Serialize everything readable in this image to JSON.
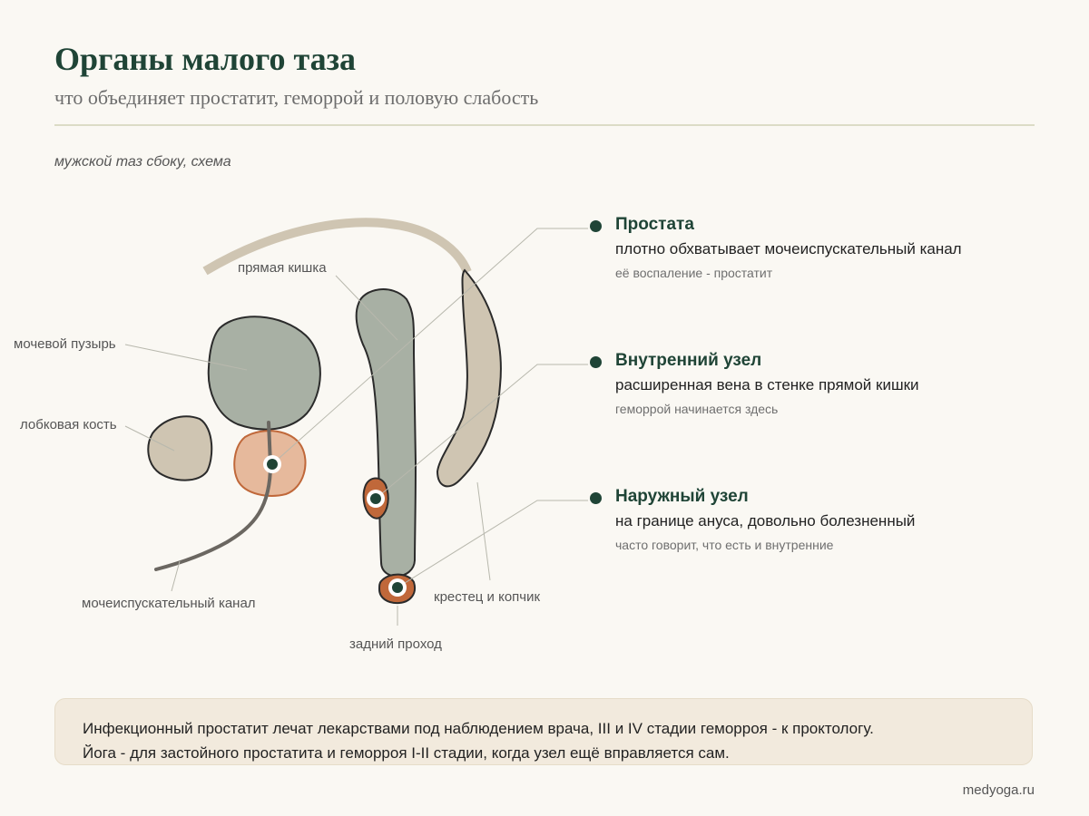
{
  "header": {
    "title": "Органы малого таза",
    "subtitle": "что объединяет простатит, геморрой и половую слабость"
  },
  "diagram": {
    "caption": "мужской таз сбоку, схема",
    "labels": {
      "rectum": "прямая кишка",
      "bladder": "мочевой пузырь",
      "pubic_bone": "лобковая кость",
      "urethra": "мочеиспускательный канал",
      "sacrum": "крестец и копчик",
      "anus": "задний проход"
    },
    "colors": {
      "organ_gray": "#a8b0a4",
      "bone_beige": "#cfc5b2",
      "prostate": "#e6b99c",
      "node": "#c0683a",
      "marker": "#1f4436"
    }
  },
  "legend": [
    {
      "title": "Простата",
      "desc": "плотно обхватывает мочеиспускательный канал",
      "note": "её воспаление - простатит"
    },
    {
      "title": "Внутренний узел",
      "desc": "расширенная вена в стенке прямой кишки",
      "note": "геморрой начинается здесь"
    },
    {
      "title": "Наружный узел",
      "desc": "на границе ануса, довольно болезненный",
      "note": "часто говорит, что есть и внутренние"
    }
  ],
  "note": {
    "line1": "Инфекционный простатит лечат лекарствами под наблюдением врача, III и IV стадии геморроя - к проктологу.",
    "line2": "Йога - для застойного простатита и геморроя I-II стадии, когда узел ещё вправляется сам."
  },
  "footer": {
    "site": "medyoga.ru"
  }
}
